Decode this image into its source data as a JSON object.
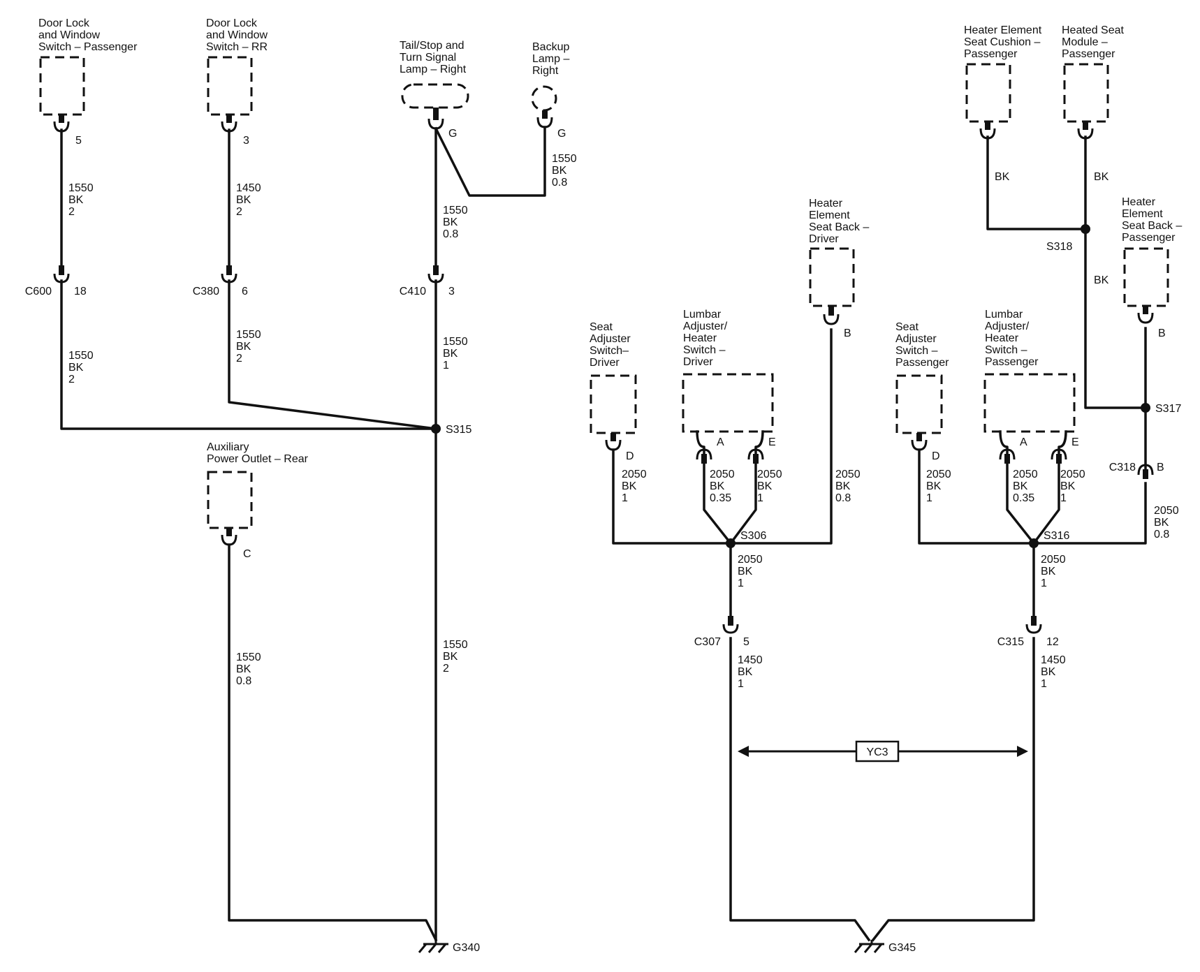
{
  "components": {
    "door_lock_pass": [
      "Door Lock",
      "and Window",
      "Switch – Passenger"
    ],
    "door_lock_rr": [
      "Door Lock",
      "and Window",
      "Switch – RR"
    ],
    "tail_stop": [
      "Tail/Stop and",
      "Turn Signal",
      "Lamp – Right"
    ],
    "backup_lamp": [
      "Backup",
      "Lamp –",
      "Right"
    ],
    "aux_power": [
      "Auxiliary",
      "Power Outlet – Rear"
    ],
    "seat_adj_driver": [
      "Seat",
      "Adjuster",
      "Switch–",
      "Driver"
    ],
    "lumbar_driver": [
      "Lumbar",
      "Adjuster/",
      "Heater",
      "Switch –",
      "Driver"
    ],
    "heater_back_driver": [
      "Heater",
      "Element",
      "Seat Back –",
      "Driver"
    ],
    "seat_adj_pass": [
      "Seat",
      "Adjuster",
      "Switch –",
      "Passenger"
    ],
    "lumbar_pass": [
      "Lumbar",
      "Adjuster/",
      "Heater",
      "Switch –",
      "Passenger"
    ],
    "heater_cushion_pass": [
      "Heater Element",
      "Seat Cushion –",
      "Passenger"
    ],
    "heated_seat_module": [
      "Heated Seat",
      "Module –",
      "Passenger"
    ],
    "heater_back_pass": [
      "Heater",
      "Element",
      "Seat Back –",
      "Passenger"
    ]
  },
  "pins": {
    "door_lock_pass": "5",
    "door_lock_rr": "3",
    "tail_stop": "G",
    "backup_lamp": "G",
    "aux_power": "C",
    "seat_adj_driver": "D",
    "lumbar_driver_a": "A",
    "lumbar_driver_e": "E",
    "heater_back_driver": "B",
    "seat_adj_pass": "D",
    "lumbar_pass_a": "A",
    "lumbar_pass_e": "E",
    "heater_back_pass": "B"
  },
  "connectors": {
    "c600": {
      "name": "C600",
      "pin": "18"
    },
    "c380": {
      "name": "C380",
      "pin": "6"
    },
    "c410": {
      "name": "C410",
      "pin": "3"
    },
    "c307": {
      "name": "C307",
      "pin": "5"
    },
    "c315": {
      "name": "C315",
      "pin": "12"
    },
    "c318": {
      "name": "C318",
      "pin": "B"
    }
  },
  "splices": {
    "s315": "S315",
    "s306": "S306",
    "s316": "S316",
    "s317": "S317",
    "s318": "S318"
  },
  "grounds": {
    "g340": "G340",
    "g345": "G345"
  },
  "circuit_tag": "YC3",
  "wires": {
    "w1": [
      "1550",
      "BK",
      "2"
    ],
    "w2": [
      "1550",
      "BK",
      "2"
    ],
    "w3": [
      "1450",
      "BK",
      "2"
    ],
    "w4": [
      "1550",
      "BK",
      "2"
    ],
    "w5": [
      "1550",
      "BK",
      "0.8"
    ],
    "w6": [
      "1550",
      "BK",
      "0.8"
    ],
    "w7": [
      "1550",
      "BK",
      "1"
    ],
    "w8": [
      "1550",
      "BK",
      "0.8"
    ],
    "w9": [
      "1550",
      "BK",
      "2"
    ],
    "w10": [
      "2050",
      "BK",
      "1"
    ],
    "w11": [
      "2050",
      "BK",
      "0.35"
    ],
    "w12": [
      "2050",
      "BK",
      "1"
    ],
    "w13": [
      "2050",
      "BK",
      "0.8"
    ],
    "w14": [
      "2050",
      "BK",
      "1"
    ],
    "w15": [
      "1450",
      "BK",
      "1"
    ],
    "w16": [
      "2050",
      "BK",
      "1"
    ],
    "w17": [
      "2050",
      "BK",
      "0.35"
    ],
    "w18": [
      "2050",
      "BK",
      "1"
    ],
    "w19": [
      "2050",
      "BK",
      "0.8"
    ],
    "w20": [
      "2050",
      "BK",
      "1"
    ],
    "w21": [
      "1450",
      "BK",
      "1"
    ],
    "w22": [
      "BK"
    ],
    "w23": [
      "BK"
    ],
    "w24": [
      "BK"
    ]
  }
}
